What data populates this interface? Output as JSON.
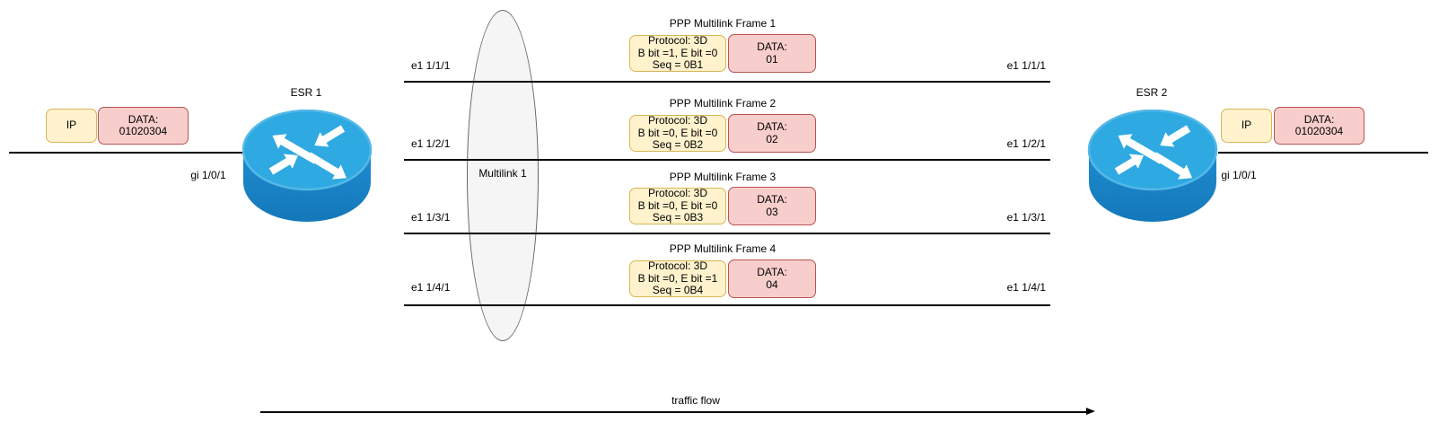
{
  "left_endpoint": {
    "router_label": "ESR 1",
    "ip_box": "IP",
    "data_box_line1": "DATA:",
    "data_box_line2": "01020304",
    "interface_label": "gi 1/0/1"
  },
  "right_endpoint": {
    "router_label": "ESR 2",
    "ip_box": "IP",
    "data_box_line1": "DATA:",
    "data_box_line2": "01020304",
    "interface_label": "gi 1/0/1"
  },
  "multilink": {
    "label": "Multilink 1"
  },
  "links": [
    {
      "left_label": "e1 1/1/1",
      "right_label": "e1 1/1/1"
    },
    {
      "left_label": "e1 1/2/1",
      "right_label": "e1 1/2/1"
    },
    {
      "left_label": "e1 1/3/1",
      "right_label": "e1 1/3/1"
    },
    {
      "left_label": "e1 1/4/1",
      "right_label": "e1 1/4/1"
    }
  ],
  "frames": [
    {
      "title": "PPP Multilink Frame 1",
      "protocol": [
        "Protocol: 3D",
        "B bit =1, E bit =0",
        "Seq = 0B1"
      ],
      "data": [
        "DATA:",
        "01"
      ]
    },
    {
      "title": "PPP Multilink Frame 2",
      "protocol": [
        "Protocol: 3D",
        "B bit =0, E bit =0",
        "Seq = 0B2"
      ],
      "data": [
        "DATA:",
        "02"
      ]
    },
    {
      "title": "PPP Multilink Frame 3",
      "protocol": [
        "Protocol: 3D",
        "B bit =0, E bit =0",
        "Seq = 0B3"
      ],
      "data": [
        "DATA:",
        "03"
      ]
    },
    {
      "title": "PPP Multilink Frame 4",
      "protocol": [
        "Protocol: 3D",
        "B bit =0, E bit =1",
        "Seq = 0B4"
      ],
      "data": [
        "DATA:",
        "04"
      ]
    }
  ],
  "traffic_flow": {
    "label": "traffic flow"
  },
  "colors": {
    "header_fill": "#FFF2CC",
    "header_border": "#D6B656",
    "payload_fill": "#F8CECC",
    "payload_border": "#B85450",
    "multilink_fill": "#F5F5F5",
    "multilink_border": "#666666",
    "router_top": "#2FA9E1",
    "router_body": "#1B82C6",
    "line": "#000000"
  }
}
